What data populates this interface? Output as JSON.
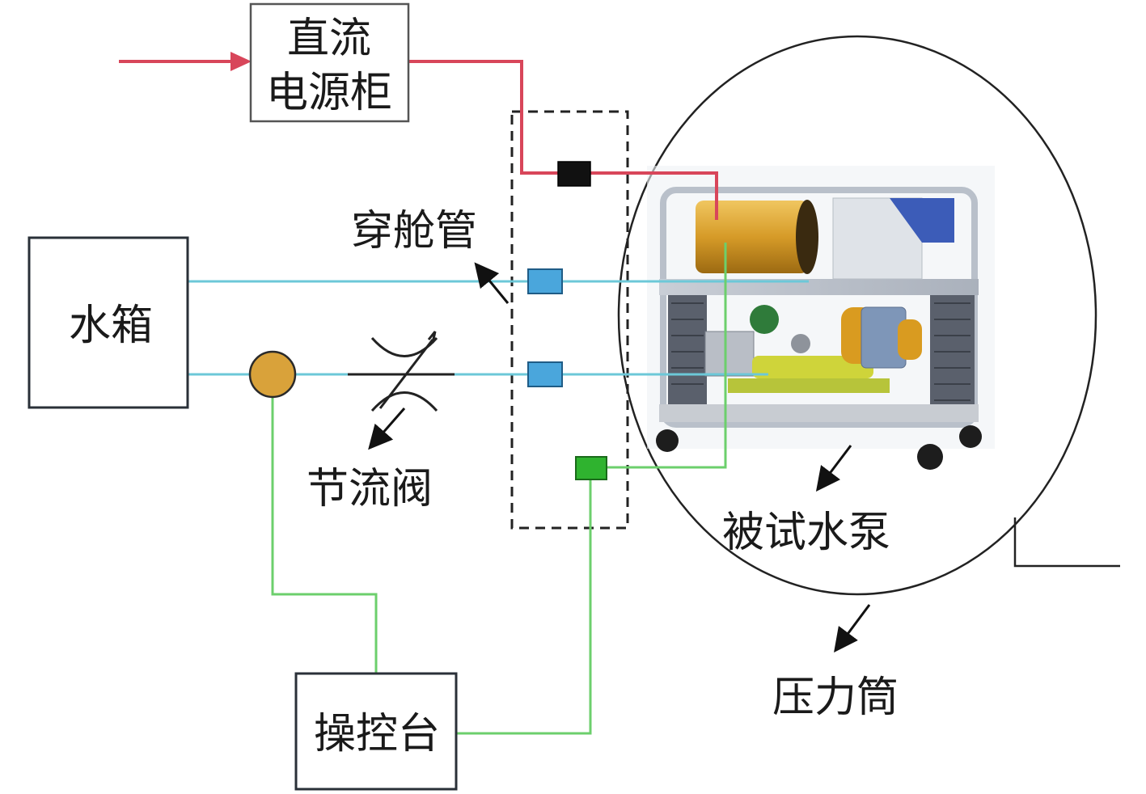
{
  "labels": {
    "dc_cabinet_line1": "直流",
    "dc_cabinet_line2": "电源柜",
    "water_tank": "水箱",
    "console": "操控台",
    "penetration": "穿舱管",
    "throttle_valve": "节流阀",
    "pump_under_test": "被试水泵",
    "pressure_vessel": "压力筒"
  },
  "colors": {
    "power_line": "#d8465a",
    "water_line": "#6cc8d8",
    "control_line": "#6ccf6c",
    "connector_power": "#111111",
    "connector_water": "#4aa6dc",
    "connector_control": "#2fb32f",
    "pump_circle": "#d9a23a"
  }
}
